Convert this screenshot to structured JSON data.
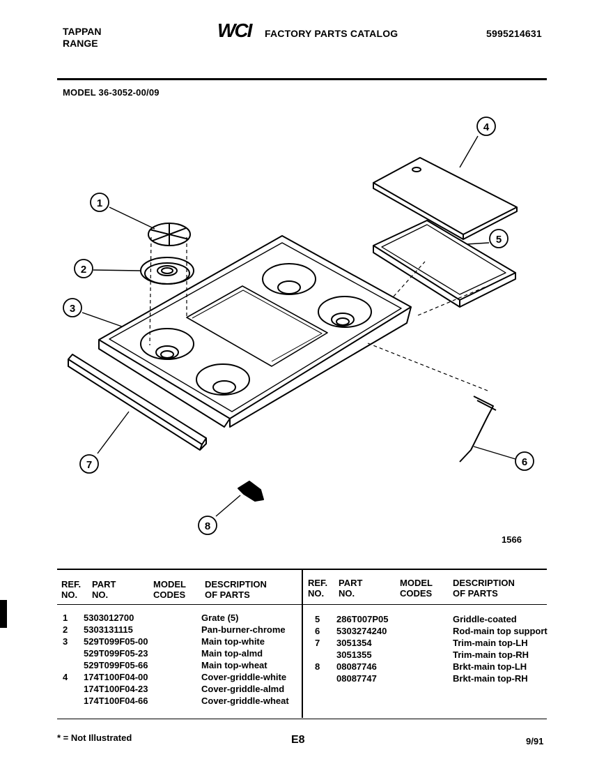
{
  "header": {
    "brand_line1": "TAPPAN",
    "brand_line2": "RANGE",
    "logo_text": "WCI",
    "catalog_title": "FACTORY PARTS CATALOG",
    "catalog_number": "5995214631",
    "model": "MODEL 36-3052-00/09"
  },
  "diagram": {
    "callouts": [
      "1",
      "2",
      "3",
      "4",
      "5",
      "6",
      "7",
      "8"
    ],
    "figure_number": "1566"
  },
  "table": {
    "headers": {
      "ref": [
        "REF.",
        "NO."
      ],
      "part": [
        "PART",
        "NO."
      ],
      "model": [
        "MODEL",
        "CODES"
      ],
      "desc": [
        "DESCRIPTION",
        "OF PARTS"
      ]
    },
    "left_rows": [
      {
        "ref": "1",
        "part": "5303012700",
        "desc": "Grate (5)"
      },
      {
        "ref": "2",
        "part": "5303131115",
        "desc": "Pan-burner-chrome"
      },
      {
        "ref": "3",
        "part": "529T099F05-00",
        "desc": "Main top-white"
      },
      {
        "ref": "",
        "part": "529T099F05-23",
        "desc": "Main top-almd"
      },
      {
        "ref": "",
        "part": "529T099F05-66",
        "desc": "Main top-wheat"
      },
      {
        "ref": "4",
        "part": "174T100F04-00",
        "desc": "Cover-griddle-white"
      },
      {
        "ref": "",
        "part": "174T100F04-23",
        "desc": "Cover-griddle-almd"
      },
      {
        "ref": "",
        "part": "174T100F04-66",
        "desc": "Cover-griddle-wheat"
      }
    ],
    "right_rows": [
      {
        "ref": "5",
        "part": "286T007P05",
        "desc": "Griddle-coated"
      },
      {
        "ref": "6",
        "part": "5303274240",
        "desc": "Rod-main top support"
      },
      {
        "ref": "7",
        "part": "3051354",
        "desc": "Trim-main top-LH"
      },
      {
        "ref": "",
        "part": "3051355",
        "desc": "Trim-main top-RH"
      },
      {
        "ref": "8",
        "part": "08087746",
        "desc": "Brkt-main top-LH"
      },
      {
        "ref": "",
        "part": "08087747",
        "desc": "Brkt-main top-RH"
      }
    ]
  },
  "footer": {
    "note": "* = Not Illustrated",
    "page": "E8",
    "date": "9/91"
  }
}
